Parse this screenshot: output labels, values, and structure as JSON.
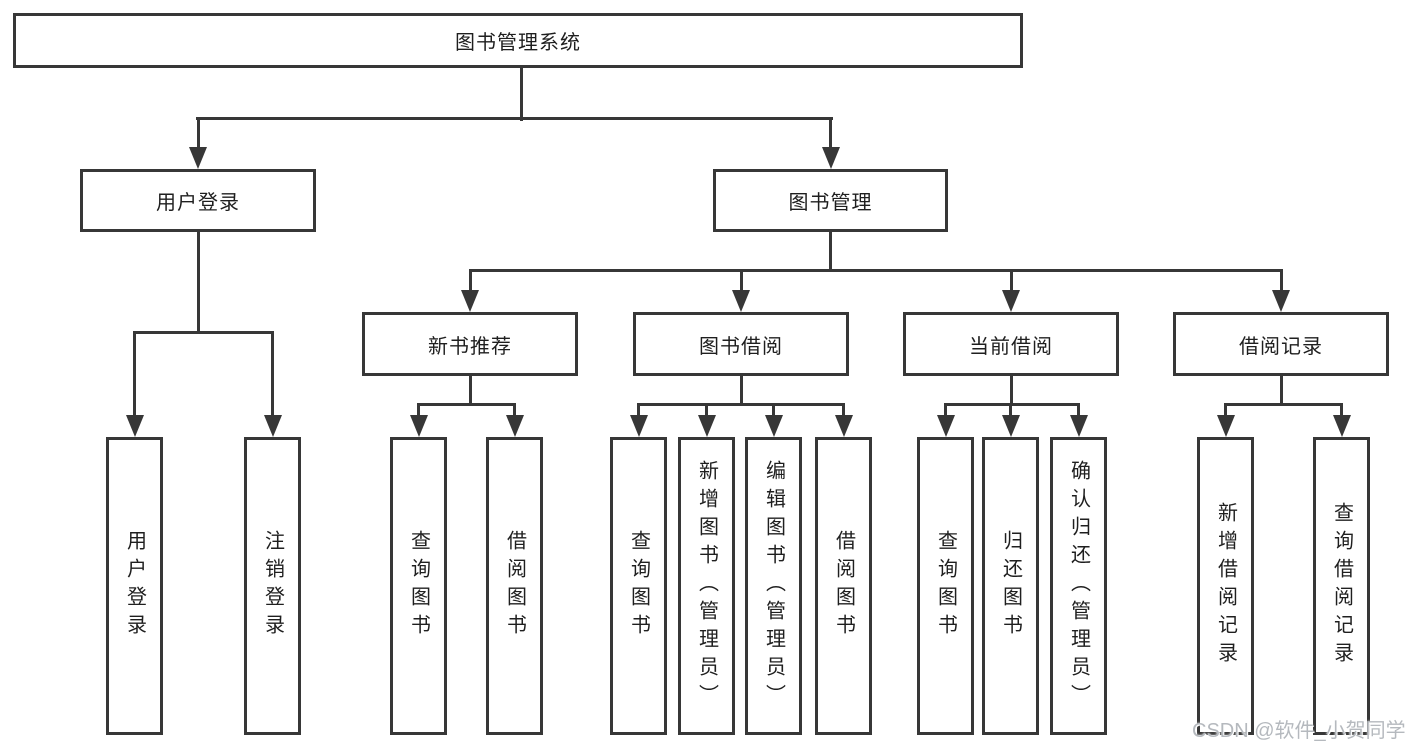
{
  "title": "图书管理系统",
  "level2": {
    "user_login": "用户登录",
    "book_management": "图书管理"
  },
  "level3": {
    "new_book_recommend": "新书推荐",
    "book_borrow": "图书借阅",
    "current_borrow": "当前借阅",
    "borrow_record": "借阅记录"
  },
  "leaves": {
    "login": [
      "用户登录",
      "注销登录"
    ],
    "recommend": [
      "查询图书",
      "借阅图书"
    ],
    "borrow": [
      "查询图书",
      "新增图书（管理员）",
      "编辑图书（管理员）",
      "借阅图书"
    ],
    "current": [
      "查询图书",
      "归还图书",
      "确认归还（管理员）"
    ],
    "record": [
      "新增借阅记录",
      "查询借阅记录"
    ]
  },
  "watermark": "CSDN @软件_小贺同学",
  "colors": {
    "line": "#373737",
    "background": "#ffffff",
    "text": "#1f1f1f",
    "watermark": "#b5b9be"
  }
}
